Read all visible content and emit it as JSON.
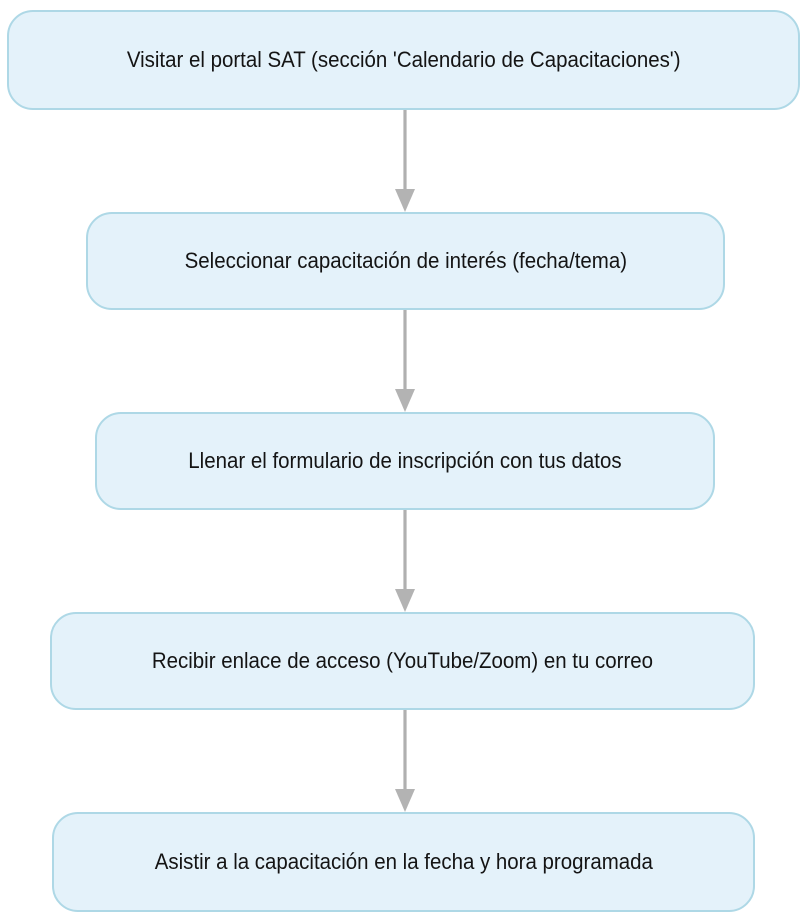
{
  "diagram": {
    "type": "flowchart",
    "orientation": "top-to-bottom",
    "title": "",
    "colors": {
      "node_fill": "#e4f2fa",
      "node_border": "#aed8e6",
      "node_text": "#141414",
      "edge": "#b0b0b0",
      "background": "#ffffff"
    },
    "nodes": [
      {
        "id": "n0",
        "label": "Visitar el portal SAT (sección 'Calendario de Capacitaciones')",
        "shape": "rounded-rectangle"
      },
      {
        "id": "n1",
        "label": "Seleccionar capacitación de interés (fecha/tema)",
        "shape": "rounded-rectangle"
      },
      {
        "id": "n2",
        "label": "Llenar el formulario de inscripción con tus datos",
        "shape": "rounded-rectangle"
      },
      {
        "id": "n3",
        "label": "Recibir enlace de acceso (YouTube/Zoom) en tu correo",
        "shape": "rounded-rectangle"
      },
      {
        "id": "n4",
        "label": "Asistir a la capacitación en la fecha y hora programada",
        "shape": "rounded-rectangle"
      }
    ],
    "edges": [
      {
        "id": "e0",
        "from": "n0",
        "to": "n1",
        "label": "",
        "arrow": "down-arrow"
      },
      {
        "id": "e1",
        "from": "n1",
        "to": "n2",
        "label": "",
        "arrow": "down-arrow"
      },
      {
        "id": "e2",
        "from": "n2",
        "to": "n3",
        "label": "",
        "arrow": "down-arrow"
      },
      {
        "id": "e3",
        "from": "n3",
        "to": "n4",
        "label": "",
        "arrow": "down-arrow"
      }
    ]
  }
}
